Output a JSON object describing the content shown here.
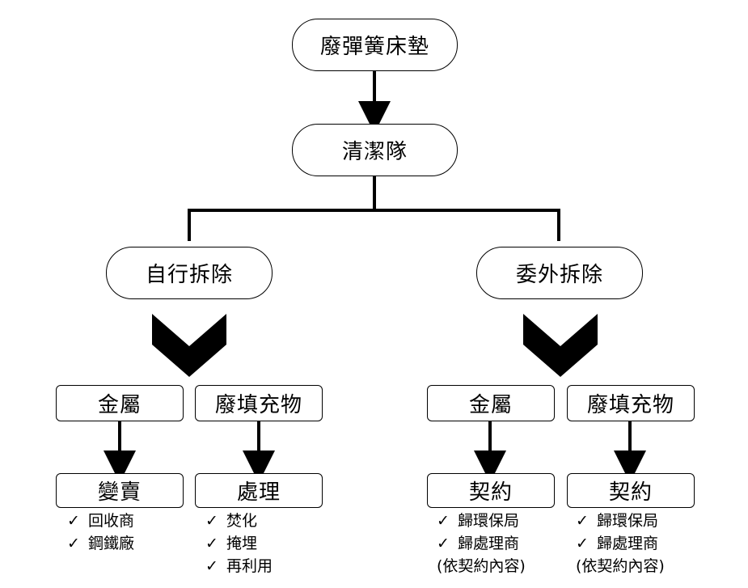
{
  "diagram": {
    "root": "廢彈簧床墊",
    "collector": "清潔隊",
    "self_removal": {
      "label": "自行拆除",
      "metal": {
        "label": "金屬",
        "result": "變賣",
        "notes": [
          "回收商",
          "鋼鐵廠"
        ]
      },
      "waste": {
        "label": "廢填充物",
        "result": "處理",
        "notes": [
          "焚化",
          "掩埋",
          "再利用"
        ]
      }
    },
    "outsourced_removal": {
      "label": "委外拆除",
      "metal": {
        "label": "金屬",
        "result": "契約",
        "notes": [
          "歸環保局",
          "歸處理商",
          "(依契約內容)"
        ]
      },
      "waste": {
        "label": "廢填充物",
        "result": "契約",
        "notes": [
          "歸環保局",
          "歸處理商",
          "(依契約內容)"
        ]
      }
    },
    "check_mark": "✓"
  }
}
